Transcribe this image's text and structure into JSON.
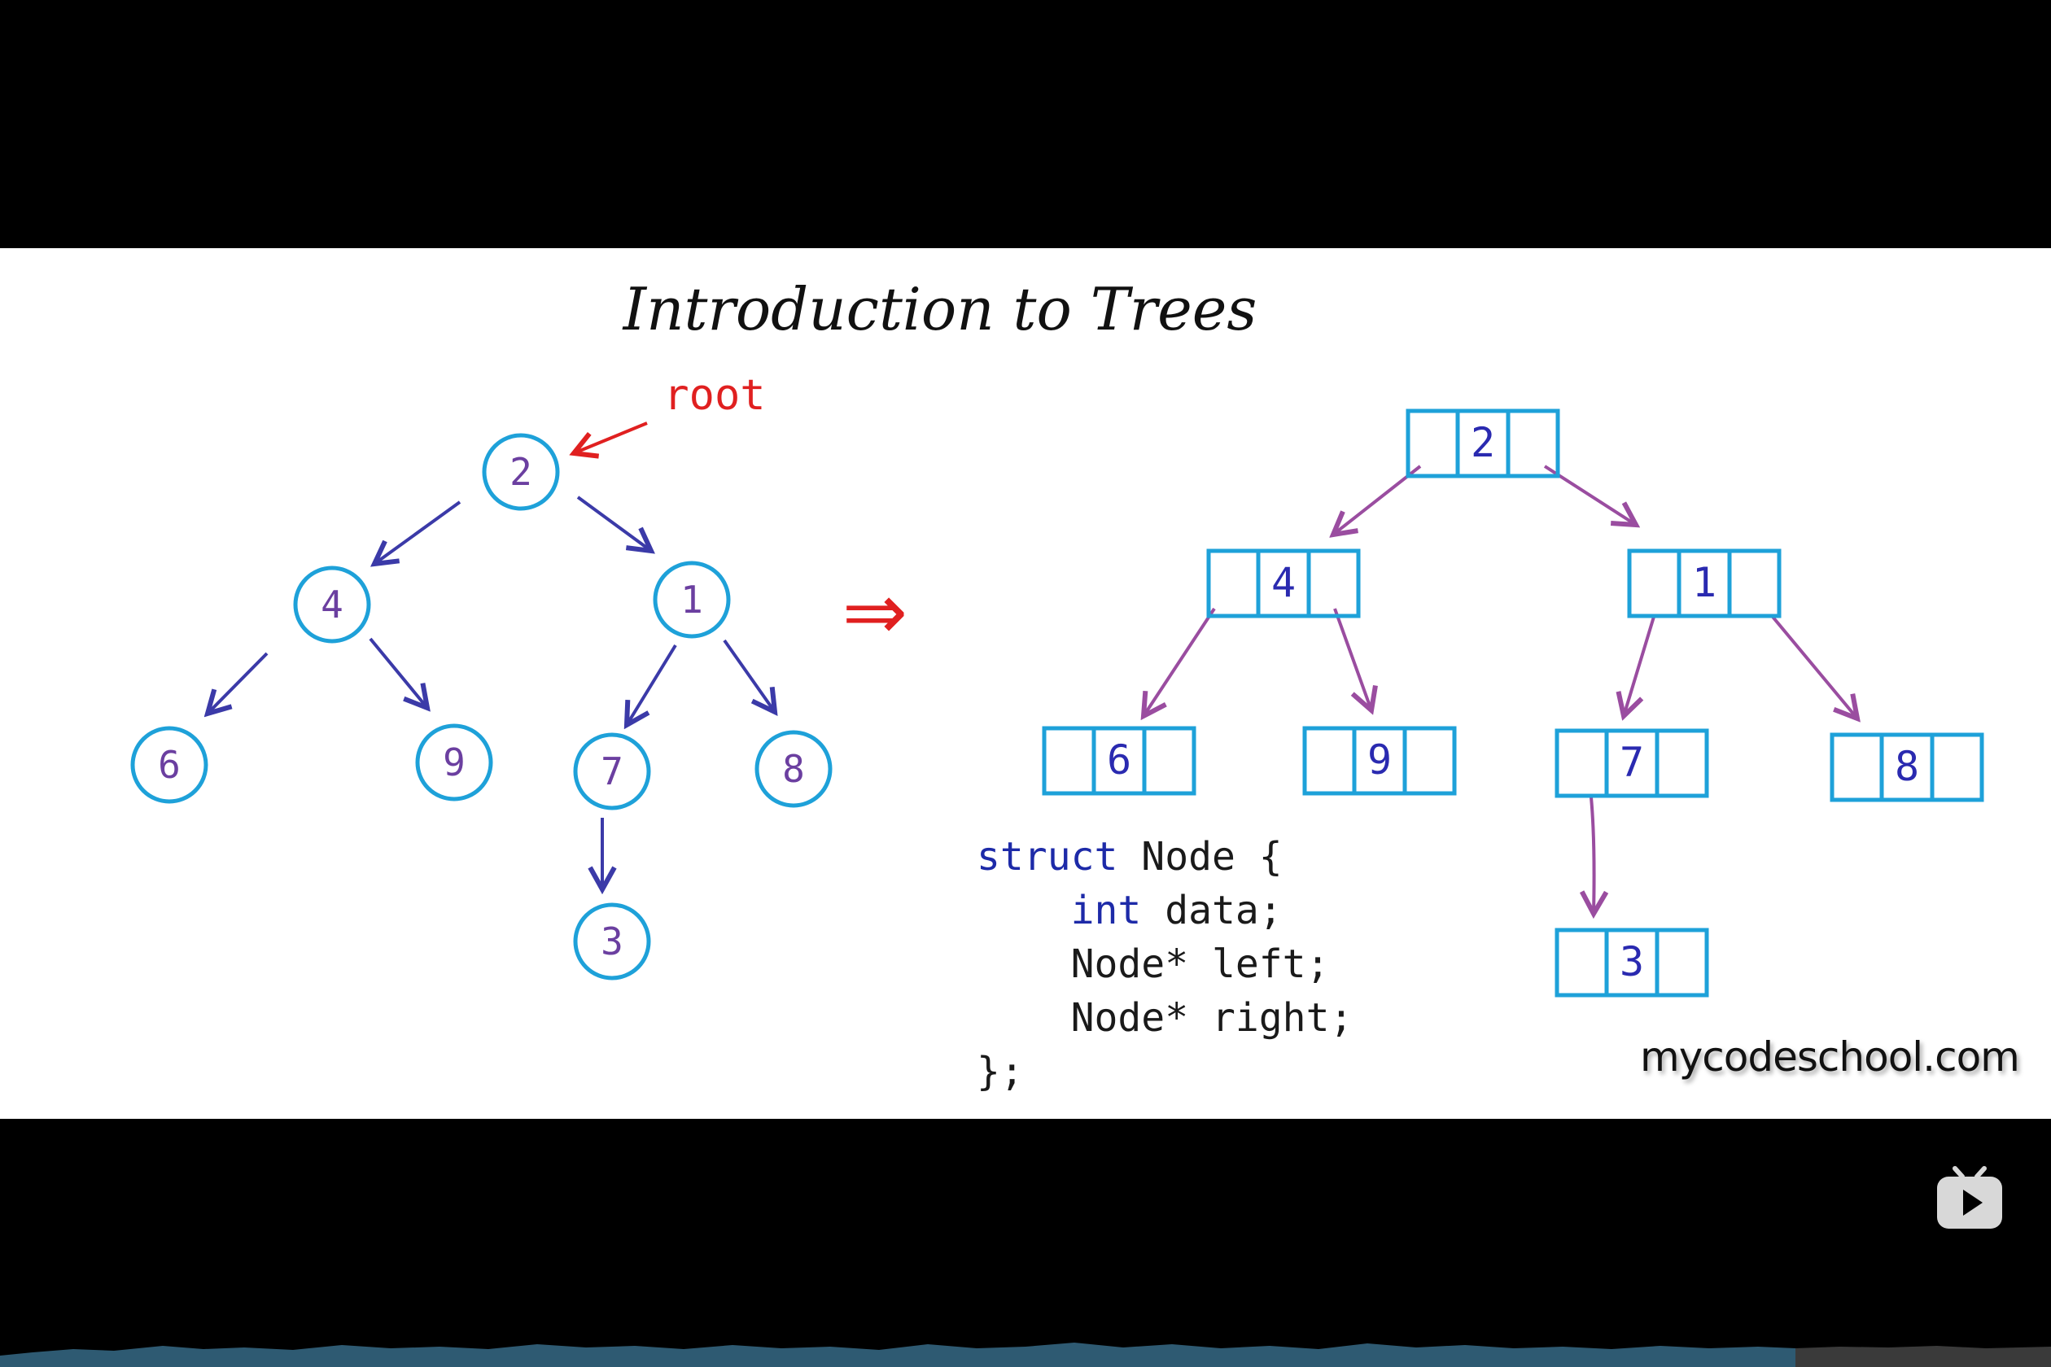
{
  "slide": {
    "title": "Introduction to Trees",
    "root_label": "root",
    "transform_arrow": "⇒",
    "tree_nodes": [
      "2",
      "4",
      "1",
      "6",
      "9",
      "7",
      "8",
      "3"
    ],
    "struct_nodes": [
      "2",
      "4",
      "1",
      "6",
      "9",
      "7",
      "8",
      "3"
    ],
    "code": {
      "line1_kw": "struct",
      "line1_rest": " Node {",
      "line2_kw": "int",
      "line2_rest": " data;",
      "line3": "Node* left;",
      "line4": "Node* right;",
      "line5": "};"
    },
    "watermark": "mycodeschool.com"
  },
  "player": {
    "logo_icon": "bilibili-tv-icon"
  },
  "colors": {
    "circle": "#1ea1d9",
    "box": "#1ea1d9",
    "digit_circle": "#6b3fa0",
    "digit_box": "#2a2ab0",
    "tree_arrow": "#3b3aa8",
    "struct_arrow": "#9a4da0",
    "root": "#e02020",
    "keyword": "#1d2aa8"
  }
}
